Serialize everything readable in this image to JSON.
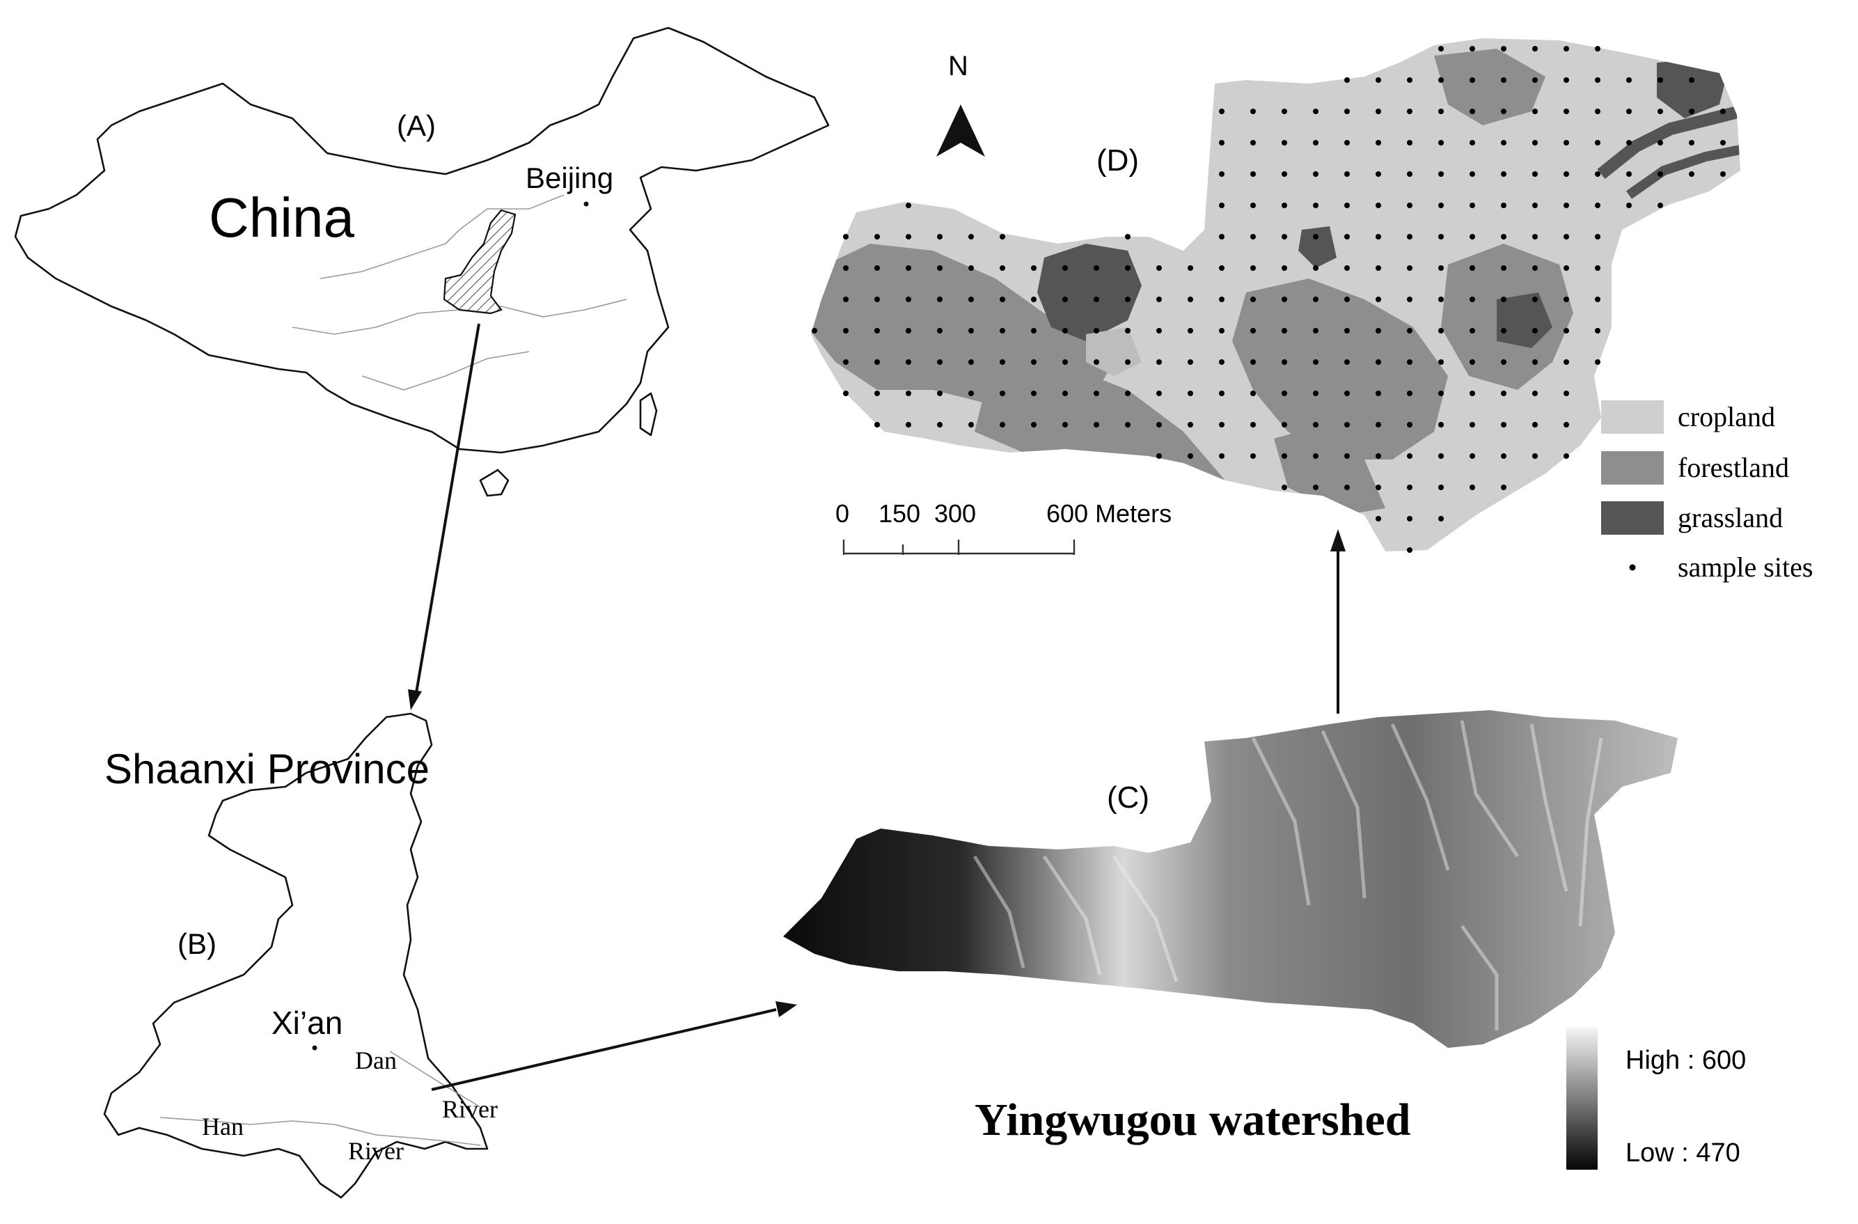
{
  "panels": {
    "a": {
      "label": "(A)",
      "country": "China",
      "capital": "Beijing"
    },
    "b": {
      "label": "(B)",
      "province": "Shaanxi Province",
      "city": "Xi’an",
      "dan": "Dan",
      "dan_river": "River",
      "han": "Han",
      "han_river": "River"
    },
    "c": {
      "label": "(C)",
      "watershed": "Yingwugou watershed",
      "legend_high": "High : 600",
      "legend_low": "Low : 470"
    },
    "d": {
      "label": "(D)",
      "north": "N",
      "scale": {
        "ticks": [
          "0",
          "150",
          "300",
          "600 Meters"
        ]
      },
      "legend": [
        {
          "label": "cropland",
          "color": "#cfcfcf"
        },
        {
          "label": "forestland",
          "color": "#8e8e8e"
        },
        {
          "label": "grassland",
          "color": "#555555"
        },
        {
          "label": "sample sites",
          "color": "#000000"
        }
      ]
    }
  }
}
